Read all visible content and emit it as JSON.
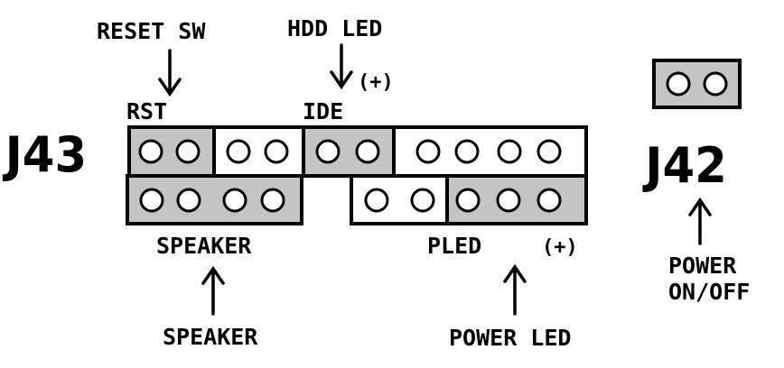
{
  "labels": {
    "reset_sw": "RESET SW",
    "hdd_led": "HDD LED",
    "plus_top": "(+)",
    "rst": "RST",
    "ide": "IDE",
    "j43": "J43",
    "j42": "J42",
    "speaker_block": "SPEAKER",
    "speaker_bottom": "SPEAKER",
    "pled": "PLED",
    "plus_pled": "(+)",
    "power_led": "POWER LED",
    "power_on_off_line1": "POWER",
    "power_on_off_line2": "ON/OFF"
  },
  "colors": {
    "shaded_block": "#c4c4c4",
    "white_block": "#ffffff",
    "outline": "#000000"
  }
}
